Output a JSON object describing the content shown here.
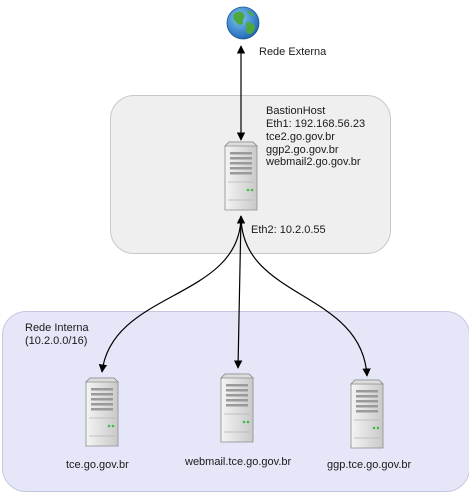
{
  "external": {
    "label": "Rede Externa",
    "icon": "globe-icon"
  },
  "bastion": {
    "title": "BastionHost",
    "eth1": "Eth1: 192.168.56.23",
    "hosts": [
      "tce2.go.gov.br",
      "ggp2.go.gov.br",
      "webmail2.go.gov.br"
    ],
    "eth2": "Eth2: 10.2.0.55",
    "icon": "server-icon"
  },
  "internal": {
    "title": "Rede Interna",
    "subnet": "(10.2.0.0/16)",
    "servers": [
      {
        "label": "tce.go.gov.br",
        "icon": "server-icon"
      },
      {
        "label": "webmail.tce.go.gov.br",
        "icon": "server-icon"
      },
      {
        "label": "ggp.tce.go.gov.br",
        "icon": "server-icon"
      }
    ]
  },
  "colors": {
    "bastion_zone": "#efefef",
    "internal_zone": "#e6e6f9",
    "connector": "#000000"
  }
}
